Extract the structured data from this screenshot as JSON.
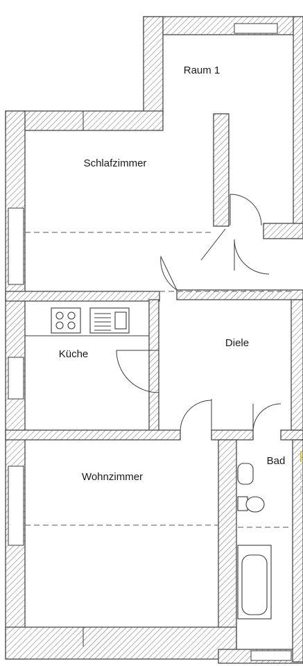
{
  "rooms": {
    "raum1": "Raum 1",
    "schlafzimmer": "Schlafzimmer",
    "kueche": "Küche",
    "diele": "Diele",
    "wohnzimmer": "Wohnzimmer",
    "bad": "Bad"
  },
  "colors": {
    "wall_line": "#3a3a3a",
    "accent_edge": "#e0c020"
  }
}
